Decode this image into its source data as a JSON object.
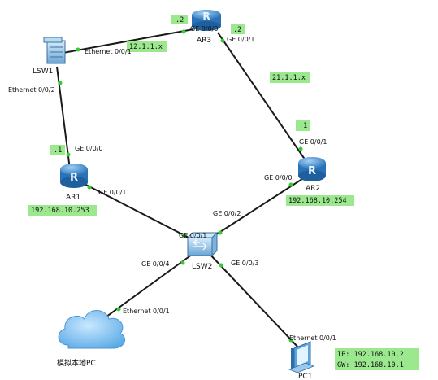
{
  "colors": {
    "link": "#1a1a1a",
    "dot": "#33cc33",
    "label_bg": "#9be88f",
    "router": "#3b8fd6",
    "switch": "#7ab7e6"
  },
  "devices": {
    "ar3": "AR3",
    "lsw1": "LSW1",
    "ar1": "AR1",
    "ar2": "AR2",
    "lsw2": "LSW2",
    "cloud": "模拟本地PC",
    "pc1": "PC1"
  },
  "ports": {
    "lsw1_e001": "Ethernet 0/0/1",
    "ar3_ge000": "GE 0/0/0",
    "ar3_ge001": "GE 0/0/1",
    "lsw1_e002": "Ethernet 0/0/2",
    "ar1_ge000": "GE 0/0/0",
    "ar1_ge001": "GE 0/0/1",
    "ar2_ge001": "GE 0/0/1",
    "ar2_ge000": "GE 0/0/0",
    "lsw2_ge001": "GE 0/0/1",
    "lsw2_ge002": "GE 0/0/2",
    "lsw2_ge004": "GE 0/0/4",
    "lsw2_ge003": "GE 0/0/3",
    "cloud_e001": "Ethernet 0/0/1",
    "pc1_e001": "Ethernet 0/0/1"
  },
  "tags": {
    "ar3_left_host": ".2",
    "ar3_right_host": ".2",
    "net_12": "12.1.1.x",
    "net_21": "21.1.1.x",
    "ar1_host": ".1",
    "ar2_host": ".1",
    "ar1_ip": "192.168.10.253",
    "ar2_ip": "192.168.10.254",
    "pc1_ip": "IP:  192.168.10.2",
    "pc1_gw": "GW:  192.168.10.1"
  }
}
